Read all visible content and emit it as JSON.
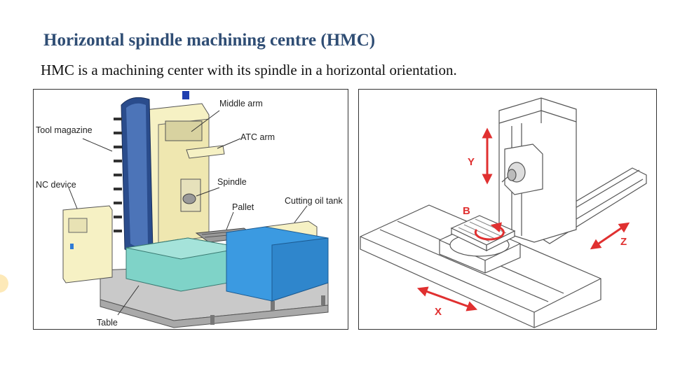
{
  "slide": {
    "title": "Horizontal spindle machining centre (HMC)",
    "subtitle": "HMC is a machining center with its spindle in a horizontal orientation."
  },
  "machine_diagram": {
    "labels": {
      "middle_arm": "Middle arm",
      "tool_magazine": "Tool magazine",
      "atc_arm": "ATC arm",
      "nc_device": "NC device",
      "spindle": "Spindle",
      "pallet": "Pallet",
      "cutting_oil_tank": "Cutting oil tank",
      "table": "Table"
    },
    "colors": {
      "cream": "#f6f1c4",
      "blue": "#3b9ae1",
      "teal": "#7fd3c8",
      "gray": "#bfbfbf",
      "dark_blue": "#2a4c8c"
    }
  },
  "axes_diagram": {
    "labels": {
      "x": "X",
      "y": "Y",
      "z": "Z",
      "b": "B"
    },
    "colors": {
      "arrow": "#e03030",
      "outline": "#555555"
    }
  }
}
